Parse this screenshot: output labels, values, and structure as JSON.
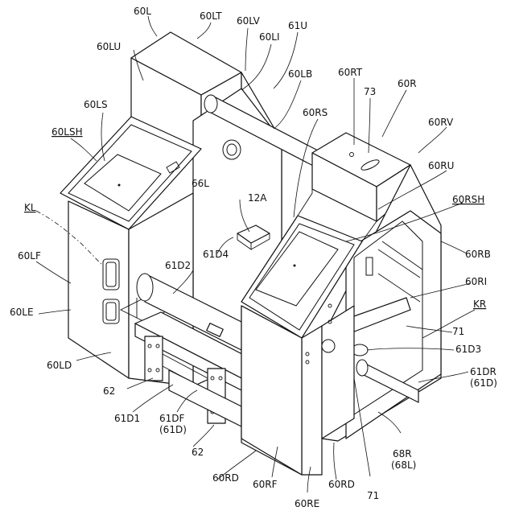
{
  "labels": {
    "60L": "60L",
    "60LT": "60LT",
    "60LU": "60LU",
    "60LV": "60LV",
    "60LI": "60LI",
    "61U": "61U",
    "60LB": "60LB",
    "60RT": "60RT",
    "60R": "60R",
    "73": "73",
    "60LS": "60LS",
    "60LSH": "60LSH",
    "60RS": "60RS",
    "60RV": "60RV",
    "66L": "66L",
    "60RU": "60RU",
    "60RSH": "60RSH",
    "12A": "12A",
    "KL": "KL",
    "60LF": "60LF",
    "61D4": "61D4",
    "61D2": "61D2",
    "60RB": "60RB",
    "60RI": "60RI",
    "60LE": "60LE",
    "KR": "KR",
    "71a": "71",
    "61D3": "61D3",
    "60LD": "60LD",
    "61DR": "61DR",
    "61DRsub": "(61D)",
    "62a": "62",
    "61D1": "61D1",
    "61DF": "61DF",
    "61DFsub": "(61D)",
    "62b": "62",
    "68R": "68R",
    "68Rsub": "(68L)",
    "60RD_a": "60RD",
    "60RF": "60RF",
    "60RD_b": "60RD",
    "71b": "71",
    "60RE": "60RE"
  }
}
